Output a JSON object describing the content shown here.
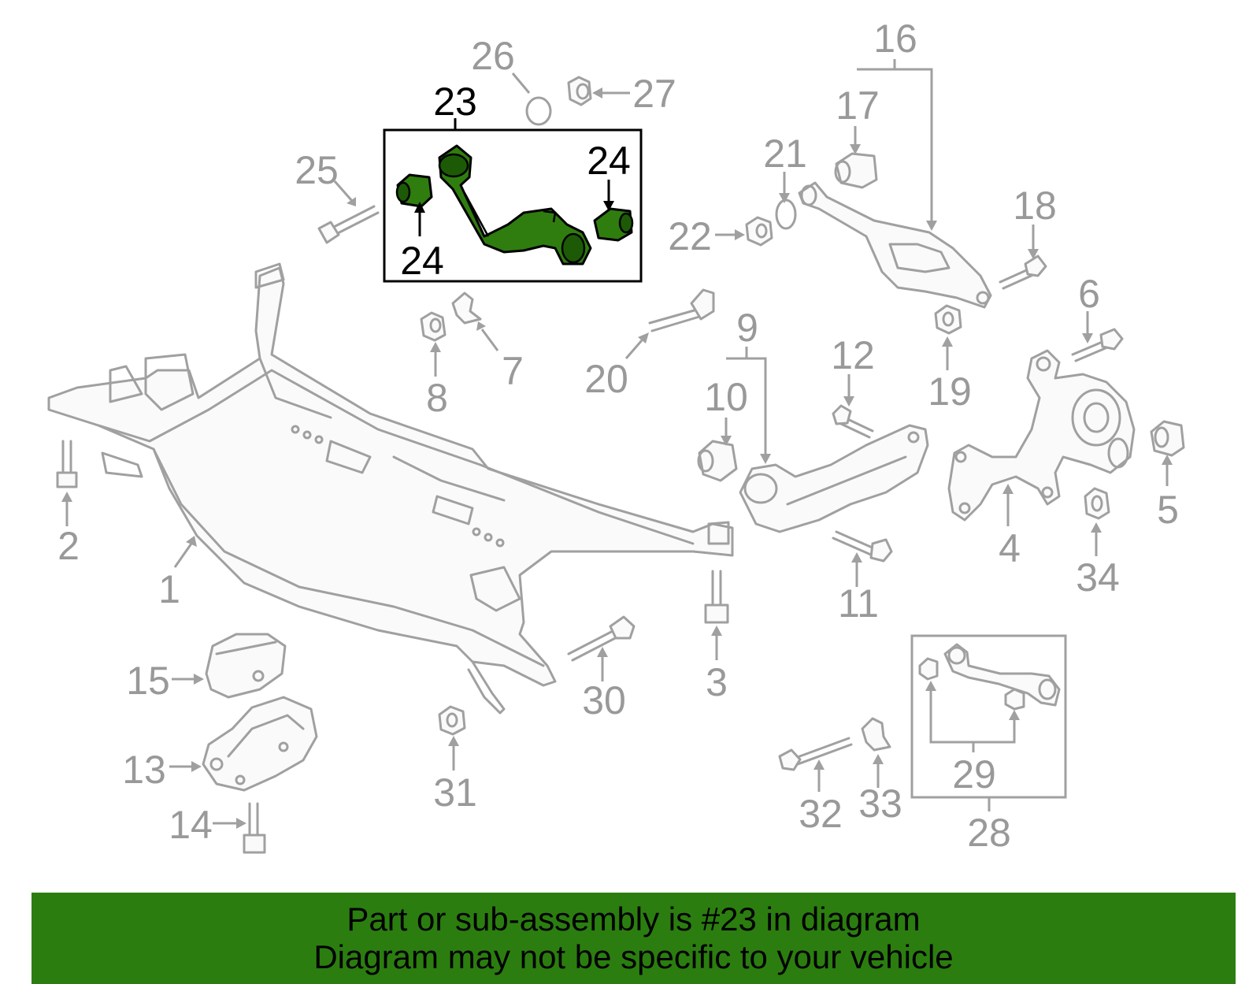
{
  "highlight_color": "#2b7d10",
  "callouts": {
    "c1": "1",
    "c2": "2",
    "c3": "3",
    "c4": "4",
    "c5": "5",
    "c6": "6",
    "c7": "7",
    "c8": "8",
    "c9": "9",
    "c10": "10",
    "c11": "11",
    "c12": "12",
    "c13": "13",
    "c14": "14",
    "c15": "15",
    "c16": "16",
    "c17": "17",
    "c18": "18",
    "c19": "19",
    "c20": "20",
    "c21": "21",
    "c22": "22",
    "c23": "23",
    "c24": "24",
    "c25": "25",
    "c26": "26",
    "c27": "27",
    "c28": "28",
    "c29": "29",
    "c30": "30",
    "c31": "31",
    "c32": "32",
    "c33": "33",
    "c34": "34"
  },
  "banner": {
    "line1": "Part or sub-assembly is #23 in diagram",
    "line2": "Diagram may not be specific to your vehicle"
  }
}
